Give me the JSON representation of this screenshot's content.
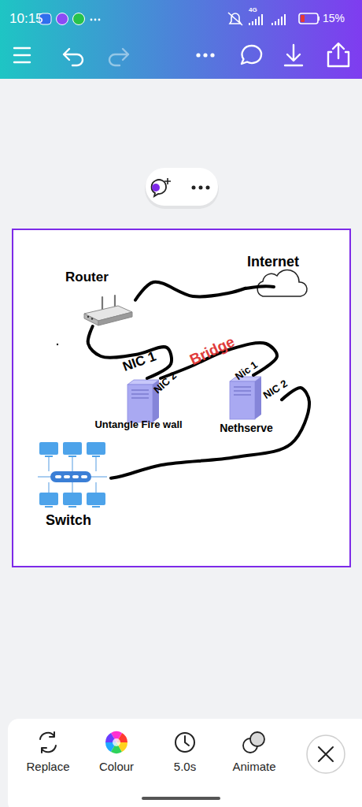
{
  "diagram": {
    "nodes": [
      {
        "text": [
          "Internet"
        ]
      },
      {
        "text": [
          "Router"
        ]
      },
      {
        "text": [
          "Untangle Fire wall"
        ]
      },
      {
        "text": [
          "Nethserve"
        ]
      },
      {
        "text": [
          "Switch"
        ]
      }
    ],
    "edges": [
      {
        "from": 1,
        "to": 0,
        "arrow": "none"
      },
      {
        "from": 1,
        "to": 2,
        "arrow": "none"
      },
      {
        "from": 2,
        "to": 3,
        "label": "Bridge",
        "arrow": "none"
      },
      {
        "from": 3,
        "to": 4,
        "arrow": "none"
      }
    ],
    "labels": [
      "NIC 1",
      "NIC 2",
      "Nic 1",
      "NIC 2",
      "10:15",
      "4G",
      "15%",
      "Replace",
      "Colour",
      "5.0s",
      "Animate"
    ]
  }
}
